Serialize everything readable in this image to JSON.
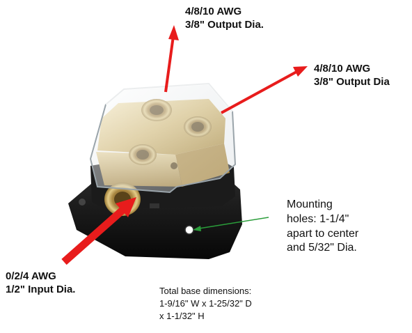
{
  "callouts": {
    "output_top": {
      "line1": "4/8/10 AWG",
      "line2": "3/8\" Output Dia."
    },
    "output_right": {
      "line1": "4/8/10 AWG",
      "line2": "3/8\" Output Dia"
    },
    "input": {
      "line1": "0/2/4 AWG",
      "line2": "1/2\" Input Dia."
    },
    "mounting": {
      "line1": "Mounting",
      "line2": "holes: 1-1/4\"",
      "line3": "apart to center",
      "line4": "and 5/32\" Dia."
    },
    "dimensions": {
      "line1": "Total base dimensions:",
      "line2": "1-9/16\" W x 1-25/32\" D",
      "line3": "x 1-1/32\" H"
    }
  },
  "colors": {
    "arrow_red": "#e81c1c",
    "arrow_green": "#2a9d3a",
    "brass": "#d4b56a",
    "base_black": "#151515"
  }
}
